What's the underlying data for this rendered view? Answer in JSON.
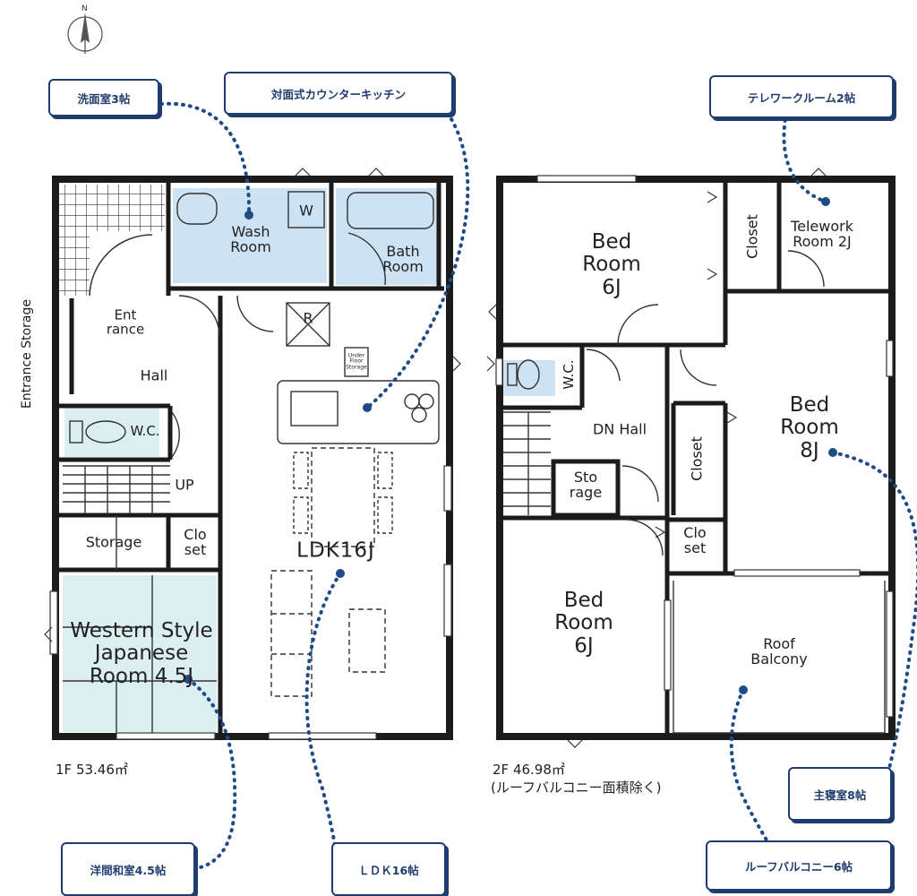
{
  "compass": {
    "north_label": "N"
  },
  "callouts": {
    "wash": "洗面室3帖",
    "kitchen": "対面式カウンターキッチン",
    "telework": "テレワークルーム2帖",
    "master": "主寝室8帖",
    "washitsu": "洋間和室4.5帖",
    "ldk": "ＬＤＫ16帖",
    "balcony": "ルーフバルコニー6帖"
  },
  "floor1": {
    "entrance_storage": "Entrance Storage",
    "entrance": "Ent rance",
    "hall": "Hall",
    "wc": "W.C.",
    "up": "UP",
    "storage": "Storage",
    "closet": "Clo set",
    "wash_room": "Wash Room",
    "washer_mark": "W",
    "bath_room": "Bath Room",
    "fridge_mark": "R",
    "under_floor": "Under Floor Storage",
    "ldk": "LDK16J",
    "western": "Western Style Japanese Room 4.5J",
    "area": "1F 53.46㎡"
  },
  "floor2": {
    "bed1": "Bed Room 6J",
    "closet_v1": "Closet",
    "telework": "Telework Room 2J",
    "wc": "W.C.",
    "dn_hall": "DN Hall",
    "storage": "Sto rage",
    "closet_v2": "Closet",
    "bed_master": "Bed Room 8J",
    "closet_small": "Clo set",
    "bed2": "Bed Room 6J",
    "roof_balcony": "Roof Balcony",
    "area": "2F 46.98㎡",
    "area_note": "(ルーフバルコニー面積除く)"
  }
}
